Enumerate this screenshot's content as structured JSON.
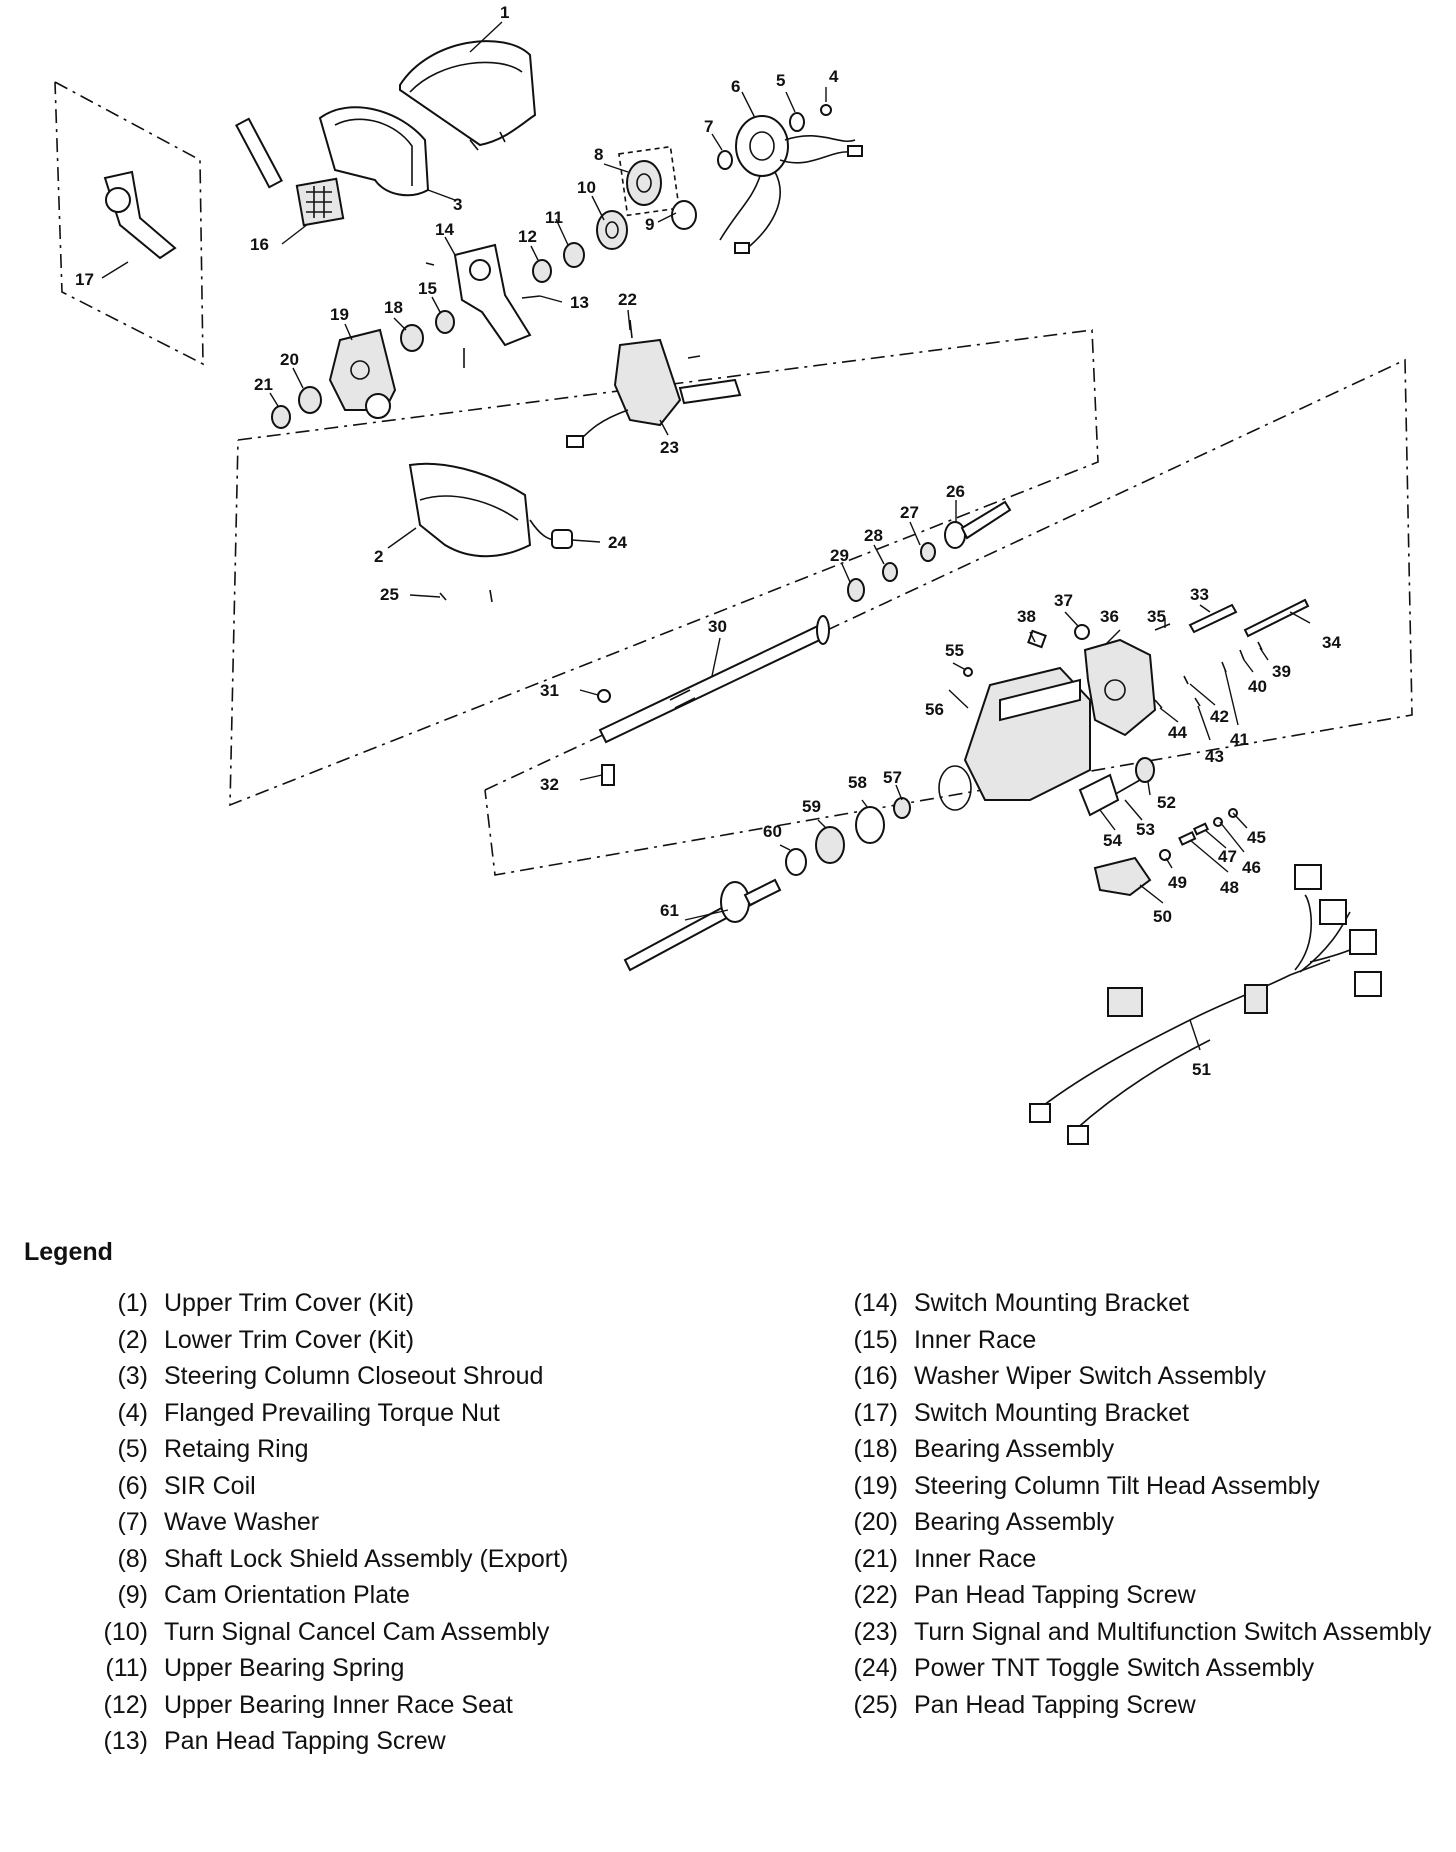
{
  "diagram": {
    "callouts": [
      "1",
      "2",
      "3",
      "4",
      "5",
      "6",
      "7",
      "8",
      "9",
      "10",
      "11",
      "12",
      "13",
      "14",
      "15",
      "16",
      "17",
      "18",
      "19",
      "20",
      "21",
      "22",
      "23",
      "24",
      "25",
      "26",
      "27",
      "28",
      "29",
      "30",
      "31",
      "32",
      "33",
      "34",
      "35",
      "36",
      "37",
      "38",
      "39",
      "40",
      "41",
      "42",
      "43",
      "44",
      "45",
      "46",
      "47",
      "48",
      "49",
      "50",
      "51",
      "52",
      "53",
      "54",
      "55",
      "56",
      "57",
      "58",
      "59",
      "60",
      "61"
    ]
  },
  "legend": {
    "title": "Legend",
    "left": [
      {
        "num": "(1)",
        "label": "Upper Trim Cover (Kit)"
      },
      {
        "num": "(2)",
        "label": "Lower Trim Cover (Kit)"
      },
      {
        "num": "(3)",
        "label": "Steering Column Closeout Shroud"
      },
      {
        "num": "(4)",
        "label": "Flanged Prevailing Torque Nut"
      },
      {
        "num": "(5)",
        "label": "Retaing Ring"
      },
      {
        "num": "(6)",
        "label": "SIR Coil"
      },
      {
        "num": "(7)",
        "label": "Wave Washer"
      },
      {
        "num": "(8)",
        "label": "Shaft Lock Shield Assembly (Export)"
      },
      {
        "num": "(9)",
        "label": "Cam Orientation Plate"
      },
      {
        "num": "(10)",
        "label": "Turn Signal Cancel Cam Assembly"
      },
      {
        "num": "(11)",
        "label": "Upper Bearing Spring"
      },
      {
        "num": "(12)",
        "label": "Upper Bearing Inner Race Seat"
      },
      {
        "num": "(13)",
        "label": "Pan Head Tapping Screw"
      }
    ],
    "right": [
      {
        "num": "(14)",
        "label": "Switch Mounting Bracket"
      },
      {
        "num": "(15)",
        "label": "Inner Race"
      },
      {
        "num": "(16)",
        "label": "Washer Wiper Switch Assembly"
      },
      {
        "num": "(17)",
        "label": "Switch Mounting Bracket"
      },
      {
        "num": "(18)",
        "label": "Bearing Assembly"
      },
      {
        "num": "(19)",
        "label": "Steering Column Tilt Head Assembly"
      },
      {
        "num": "(20)",
        "label": "Bearing Assembly"
      },
      {
        "num": "(21)",
        "label": "Inner Race"
      },
      {
        "num": "(22)",
        "label": "Pan Head Tapping Screw"
      },
      {
        "num": "(23)",
        "label": "Turn Signal and Multifunction Switch Assembly"
      },
      {
        "num": "(24)",
        "label": "Power TNT Toggle Switch Assembly"
      },
      {
        "num": "(25)",
        "label": "Pan Head Tapping Screw"
      }
    ]
  }
}
